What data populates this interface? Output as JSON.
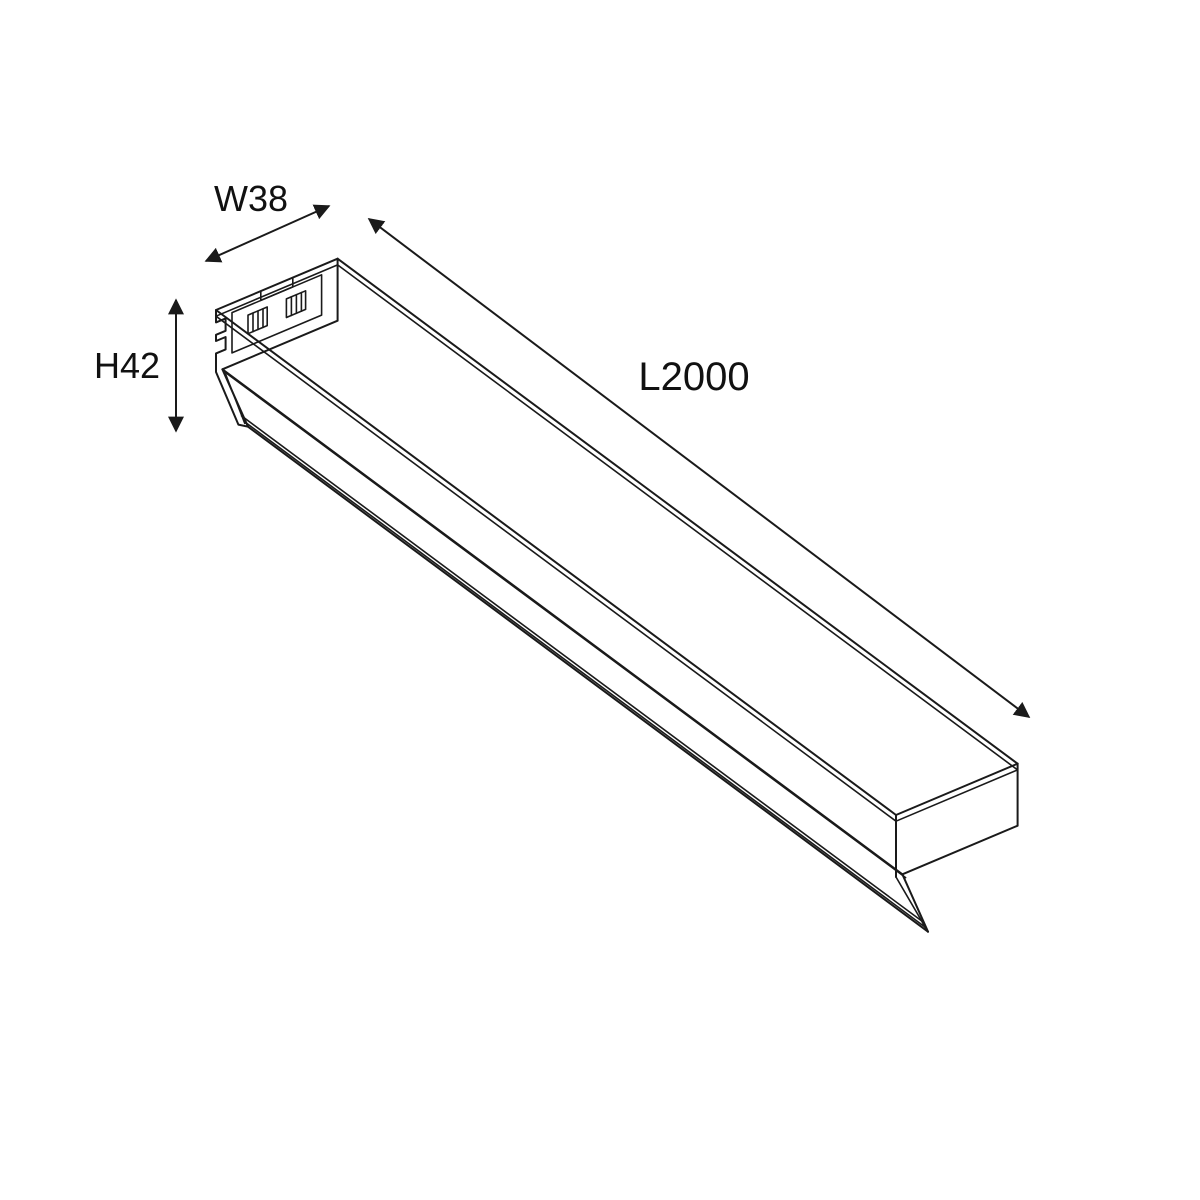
{
  "diagram": {
    "type": "technical-dimension-drawing",
    "subject": "aluminium-extrusion-profile",
    "background_color": "#ffffff",
    "line_color": "#1a1a1a",
    "text_color": "#111111",
    "dimensions": {
      "width_label": "W38",
      "height_label": "H42",
      "length_label": "L2000",
      "width_value_mm": 38,
      "height_value_mm": 42,
      "length_value_mm": 2000
    }
  }
}
